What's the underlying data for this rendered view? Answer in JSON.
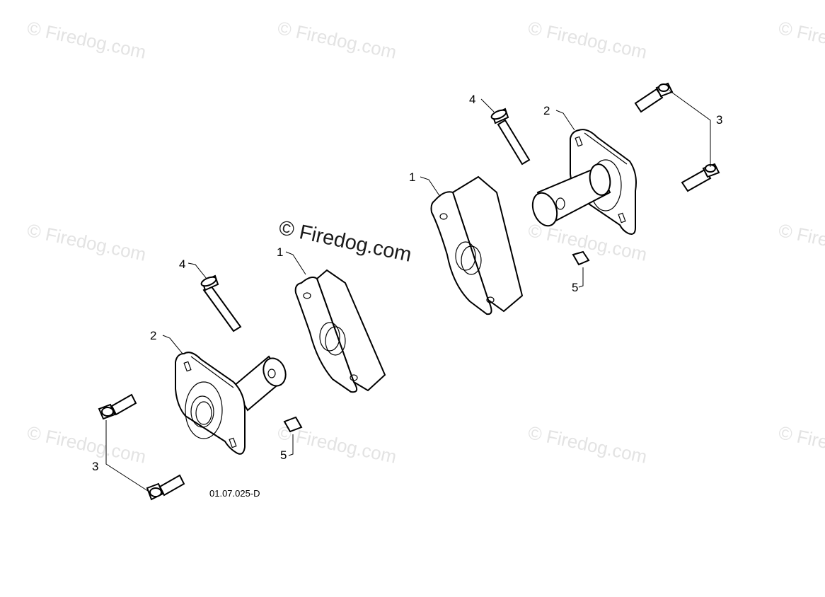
{
  "watermark": {
    "text": "© Firedog.com",
    "center_text": "© Firedog.com"
  },
  "callouts": {
    "spacer": "1",
    "flange_bearing": "2",
    "bolt": "3",
    "bolt_long": "4",
    "nut": "5"
  },
  "drawing_number": "01.07.025-D"
}
